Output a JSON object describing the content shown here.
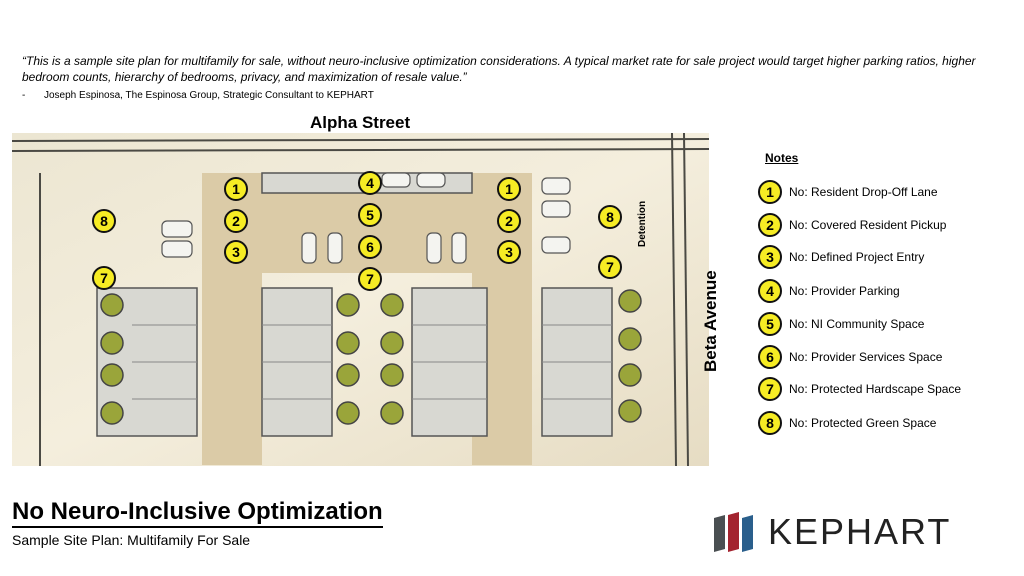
{
  "quote": {
    "text": "“This is a sample site plan for multifamily for sale, without neuro-inclusive optimization considerations. A typical market rate for sale project would target higher parking ratios, higher bedroom counts, hierarchy of bedrooms, privacy, and maximization of resale value.”",
    "dash": "-",
    "attribution": "Joseph Espinosa, The Espinosa Group, Strategic Consultant to KEPHART"
  },
  "plan": {
    "street": "Alpha Street",
    "avenue": "Beta Avenue",
    "detention": "Detention",
    "markers": [
      "1",
      "2",
      "3",
      "4",
      "5",
      "6",
      "7",
      "8"
    ]
  },
  "notes": {
    "title": "Notes",
    "items": [
      {
        "num": "1",
        "label": "No: Resident Drop-Off Lane"
      },
      {
        "num": "2",
        "label": "No: Covered Resident Pickup"
      },
      {
        "num": "3",
        "label": "No: Defined Project Entry"
      },
      {
        "num": "4",
        "label": "No: Provider Parking"
      },
      {
        "num": "5",
        "label": "No: NI Community Space"
      },
      {
        "num": "6",
        "label": "No: Provider Services Space"
      },
      {
        "num": "7",
        "label": "No: Protected Hardscape Space"
      },
      {
        "num": "8",
        "label": "No: Protected Green Space"
      }
    ]
  },
  "footer": {
    "title": "No Neuro-Inclusive Optimization",
    "subtitle": "Sample Site Plan: Multifamily For Sale",
    "logo_text": "KEPHART"
  },
  "colors": {
    "marker_fill": "#f6ec24",
    "logo_dark": "#4a4f52",
    "logo_red": "#a3232f",
    "logo_blue": "#2a5f8c"
  }
}
